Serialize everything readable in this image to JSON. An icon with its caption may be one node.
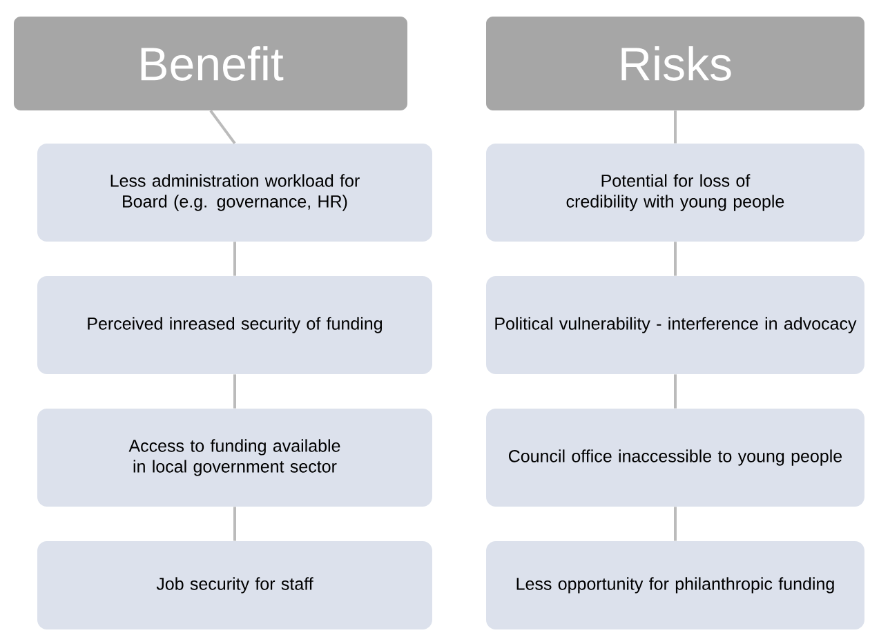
{
  "diagram": {
    "nodes": [
      {
        "text": [
          "Benefit"
        ]
      },
      {
        "text": [
          "Less administration workload for Board (e.g. governance, HR)"
        ]
      },
      {
        "text": [
          "Perceived inreased security of funding"
        ]
      },
      {
        "text": [
          "Access to funding available in local government sector"
        ]
      },
      {
        "text": [
          "Job security for staff"
        ]
      },
      {
        "text": [
          "Risks"
        ]
      },
      {
        "text": [
          "Potential for loss of credibility with young people"
        ]
      },
      {
        "text": [
          "Political vulnerability - interference in advocacy"
        ]
      },
      {
        "text": [
          "Council office inaccessible to young people"
        ]
      },
      {
        "text": [
          "Less opportunity for philanthropic funding"
        ]
      }
    ],
    "edges": [
      {
        "from": 0,
        "to": 1,
        "arrow": "none"
      },
      {
        "from": 1,
        "to": 2,
        "arrow": "none"
      },
      {
        "from": 2,
        "to": 3,
        "arrow": "none"
      },
      {
        "from": 3,
        "to": 4,
        "arrow": "none"
      },
      {
        "from": 5,
        "to": 6,
        "arrow": "none"
      },
      {
        "from": 6,
        "to": 7,
        "arrow": "none"
      },
      {
        "from": 7,
        "to": 8,
        "arrow": "none"
      },
      {
        "from": 8,
        "to": 9,
        "arrow": "none"
      }
    ]
  }
}
